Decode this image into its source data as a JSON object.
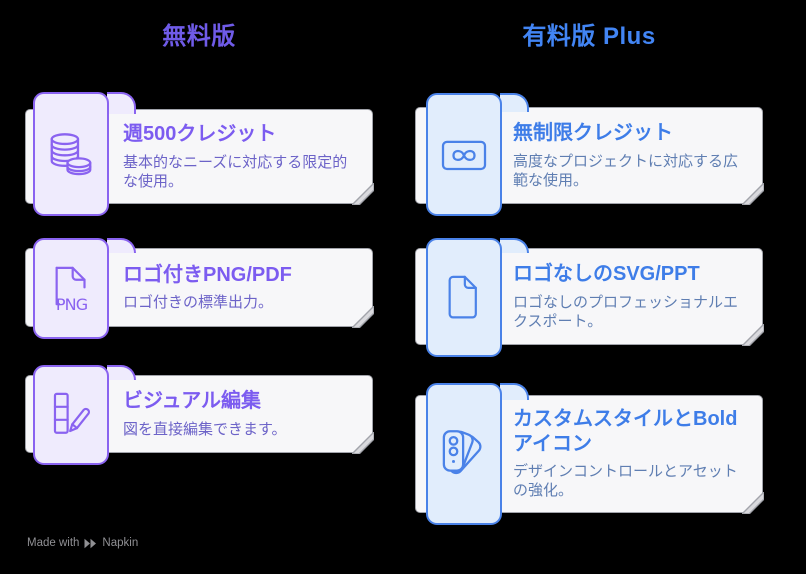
{
  "diagram": {
    "background": "#000000",
    "card_fill": "#F7F7F9",
    "card_border": "#A1A3AA",
    "fold_fill": "#D9D9DD"
  },
  "footer": {
    "made_with": "Made with",
    "brand": "Napkin"
  },
  "columns": [
    {
      "id": "free",
      "title": "無料版",
      "header_color": "#6F5BE8",
      "accent": "#8A63F0",
      "panel_fill": "#EFEBFD",
      "title_color": "#7C5CF0",
      "desc_color": "#6C63C8",
      "features": [
        {
          "icon": "coins-icon",
          "title": "週500クレジット",
          "desc": "基本的なニーズに対応する限定的な使用。"
        },
        {
          "icon": "png-file-icon",
          "icon_label": "PNG",
          "title": "ロゴ付きPNG/PDF",
          "desc": "ロゴ付きの標準出力。"
        },
        {
          "icon": "visual-edit-icon",
          "title": "ビジュアル編集",
          "desc": "図を直接編集できます。"
        }
      ]
    },
    {
      "id": "plus",
      "title": "有料版 Plus",
      "header_color": "#4285F4",
      "accent": "#4A82E8",
      "panel_fill": "#E1EDFC",
      "title_color": "#3E7DE8",
      "desc_color": "#5F7EB2",
      "features": [
        {
          "icon": "infinity-icon",
          "title": "無制限クレジット",
          "desc": "高度なプロジェクトに対応する広範な使用。"
        },
        {
          "icon": "document-icon",
          "title": "ロゴなしのSVG/PPT",
          "desc": "ロゴなしのプロフェッショナルエクスポート。"
        },
        {
          "icon": "swatches-icon",
          "title": "カスタムスタイルとBoldアイコン",
          "desc": "デザインコントロールとアセットの強化。"
        }
      ]
    }
  ]
}
